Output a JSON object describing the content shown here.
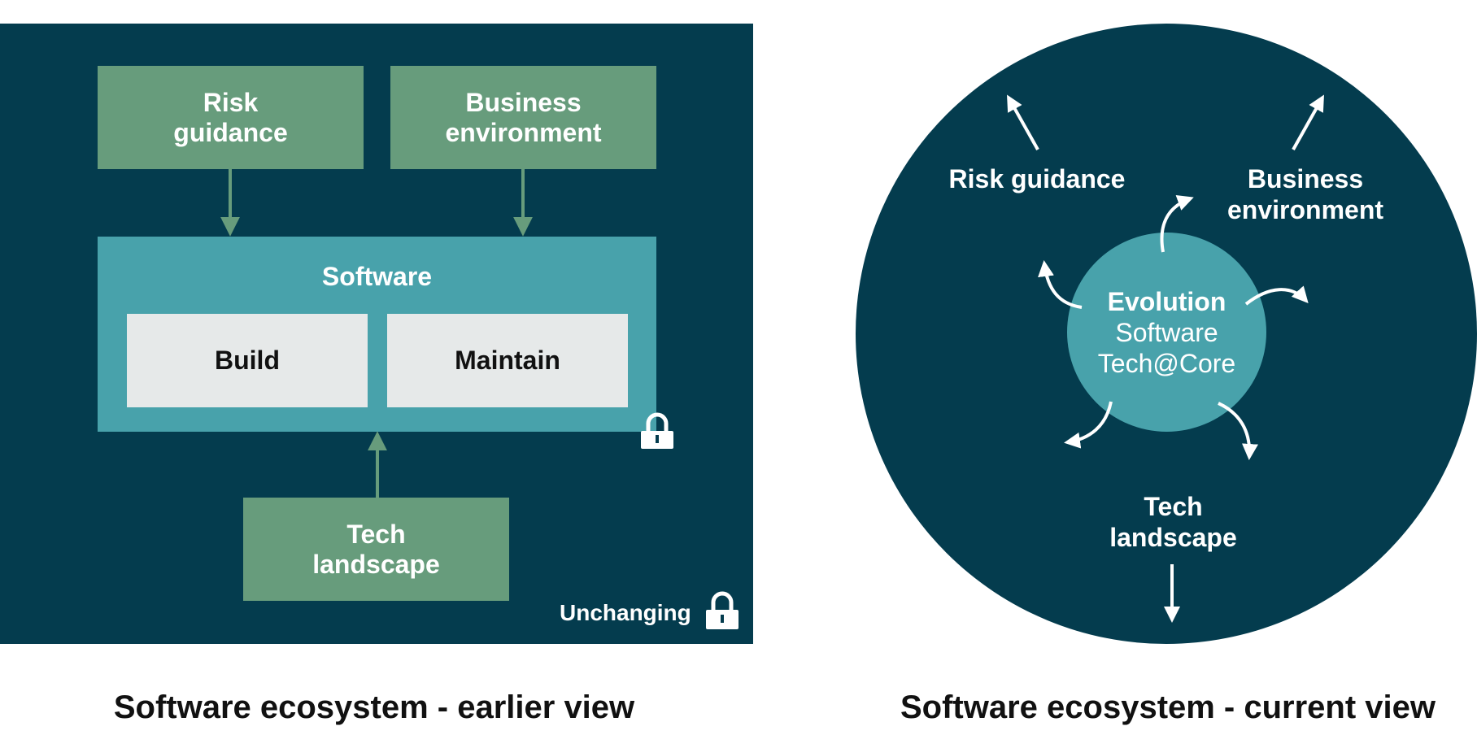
{
  "earlier_view": {
    "risk_guidance": "Risk\nguidance",
    "business_environment": "Business\nenvironment",
    "software_title": "Software",
    "build": "Build",
    "maintain": "Maintain",
    "tech_landscape": "Tech\nlandscape",
    "unchanging": "Unchanging",
    "caption": "Software ecosystem - earlier view"
  },
  "current_view": {
    "evolution": "Evolution",
    "software": "Software",
    "tech_at_core": "Tech@Core",
    "risk_guidance": "Risk guidance",
    "business_environment": "Business\nenvironment",
    "tech_landscape": "Tech\nlandscape",
    "caption": "Software ecosystem - current view"
  },
  "colors": {
    "dark_teal": "#043c4e",
    "green": "#679c7c",
    "teal": "#48a2ab",
    "light_gray": "#e6e9e9"
  },
  "icons": [
    "lock-icon",
    "arrow-icon"
  ]
}
